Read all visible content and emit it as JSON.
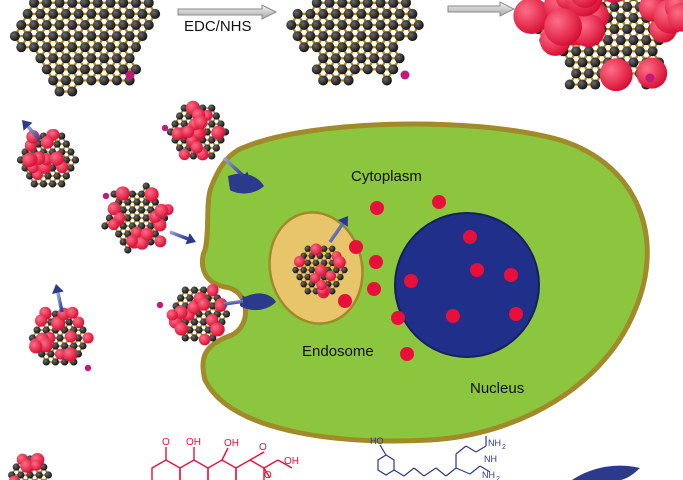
{
  "labels": {
    "reaction": "EDC/NHS",
    "cytoplasm": "Cytoplasm",
    "endosome": "Endosome",
    "nucleus": "Nucleus"
  },
  "structure_labels": {
    "oh1": "OH",
    "oh2": "OH",
    "oh3": "OH",
    "o1": "O",
    "o2": "O",
    "o3": "O",
    "ho": "HO",
    "nh2": "NH",
    "nh2_sub": "2",
    "nh": "NH",
    "nh2b": "NH",
    "nh2b_sub": "2"
  },
  "colors": {
    "cell_fill": "#8cc63f",
    "cell_border": "#a08a2a",
    "endosome_fill": "#e8c56a",
    "nucleus_fill": "#1f2f8a",
    "drug": "#e8103a",
    "carbon_atom": "#151515",
    "bond": "#b8860b",
    "carboxyl": "#c21a7a",
    "arrow": "#2c3a8c",
    "drug_structure": "#e8103a",
    "peptide_structure": "#2c3a8c"
  },
  "icons": [
    "gray-arrow-icon",
    "receptor-icon",
    "release-arrow-icon"
  ]
}
